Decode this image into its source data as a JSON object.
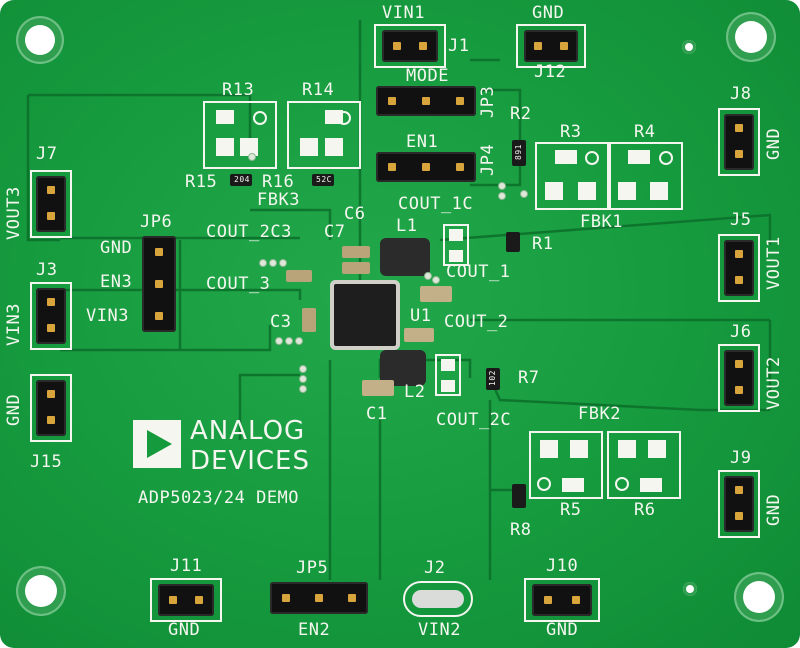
{
  "board": {
    "title": "ADP5023/24 DEMO",
    "brand_line1": "ANALOG",
    "brand_line2": "DEVICES",
    "colors": {
      "board": "#169a3e",
      "silk": "#f4f6ef",
      "copper": "#d8a53c"
    }
  },
  "labels": {
    "vin1": "VIN1",
    "j1": "J1",
    "gnd_top": "GND",
    "j12": "J12",
    "mode": "MODE",
    "jp3": "JP3",
    "en1": "EN1",
    "jp4": "JP4",
    "r13": "R13",
    "r14": "R14",
    "r15": "R15",
    "r16": "R16",
    "fbk3": "FBK3",
    "r2": "R2",
    "r3": "R3",
    "r4": "R4",
    "fbk1": "FBK1",
    "r1": "R1",
    "j8": "J8",
    "gnd_j8": "GND",
    "j5": "J5",
    "vout1": "VOUT1",
    "j6": "J6",
    "vout2": "VOUT2",
    "j9": "J9",
    "gnd_j9": "GND",
    "j7": "J7",
    "vout3": "VOUT3",
    "j3": "J3",
    "vin3": "VIN3",
    "gnd_j15": "GND",
    "j15": "J15",
    "jp6": "JP6",
    "gnd_jp6": "GND",
    "en3": "EN3",
    "vin3_jp6": "VIN3",
    "c6": "C6",
    "c7": "C7",
    "cout_2c3": "COUT_2C3",
    "cout_1c": "COUT_1C",
    "l1": "L1",
    "cout_1": "COUT_1",
    "cout_3": "COUT_3",
    "c3": "C3",
    "u1": "U1",
    "cout_2": "COUT_2",
    "c1": "C1",
    "l2": "L2",
    "cout_2c": "COUT_2C",
    "r7": "R7",
    "fbk2": "FBK2",
    "r5": "R5",
    "r6": "R6",
    "r8": "R8",
    "j11": "J11",
    "gnd_j11": "GND",
    "jp5": "JP5",
    "en2": "EN2",
    "j2": "J2",
    "vin2": "VIN2",
    "j10": "J10",
    "gnd_j10": "GND",
    "smd_r15": "204",
    "smd_r16": "52C",
    "smd_r2": "891",
    "smd_r7": "102"
  }
}
